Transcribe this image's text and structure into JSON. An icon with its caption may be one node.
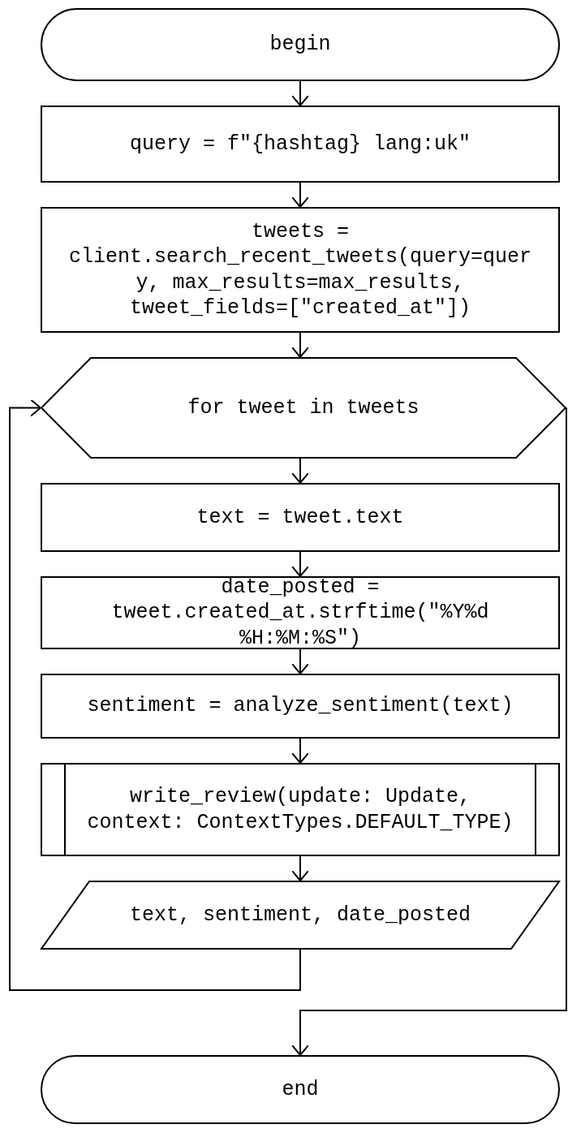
{
  "diagram": {
    "nodes": [
      {
        "text": [
          "begin"
        ]
      },
      {
        "text": [
          "query = f\"{hashtag} lang:uk\""
        ]
      },
      {
        "text": [
          "tweets = client.search_recent_tweets(query=query, max_results=max_results, tweet_fields=[\"created_at\"])"
        ]
      },
      {
        "text": [
          "for tweet in tweets"
        ]
      },
      {
        "text": [
          "text = tweet.text"
        ]
      },
      {
        "text": [
          "date_posted = tweet.created_at.strftime(\"%Y%d %H:%M:%S\")"
        ]
      },
      {
        "text": [
          "sentiment = analyze_sentiment(text)"
        ]
      },
      {
        "text": [
          "write_review(update: Update, context: ContextTypes.DEFAULT_TYPE)"
        ]
      },
      {
        "text": [
          "text, sentiment, date_posted"
        ]
      },
      {
        "text": [
          "end"
        ]
      }
    ],
    "edges": [
      {
        "from": 0,
        "to": 1,
        "arrow": "to"
      },
      {
        "from": 1,
        "to": 2,
        "arrow": "to"
      },
      {
        "from": 2,
        "to": 3,
        "arrow": "to"
      },
      {
        "from": 3,
        "to": 4,
        "arrow": "to"
      },
      {
        "from": 4,
        "to": 5,
        "arrow": "to"
      },
      {
        "from": 5,
        "to": 6,
        "arrow": "to"
      },
      {
        "from": 6,
        "to": 7,
        "arrow": "to"
      },
      {
        "from": 7,
        "to": 8,
        "arrow": "to"
      },
      {
        "from": 8,
        "to": 3,
        "arrow": "to"
      },
      {
        "from": 3,
        "to": 9,
        "arrow": "to"
      }
    ]
  }
}
